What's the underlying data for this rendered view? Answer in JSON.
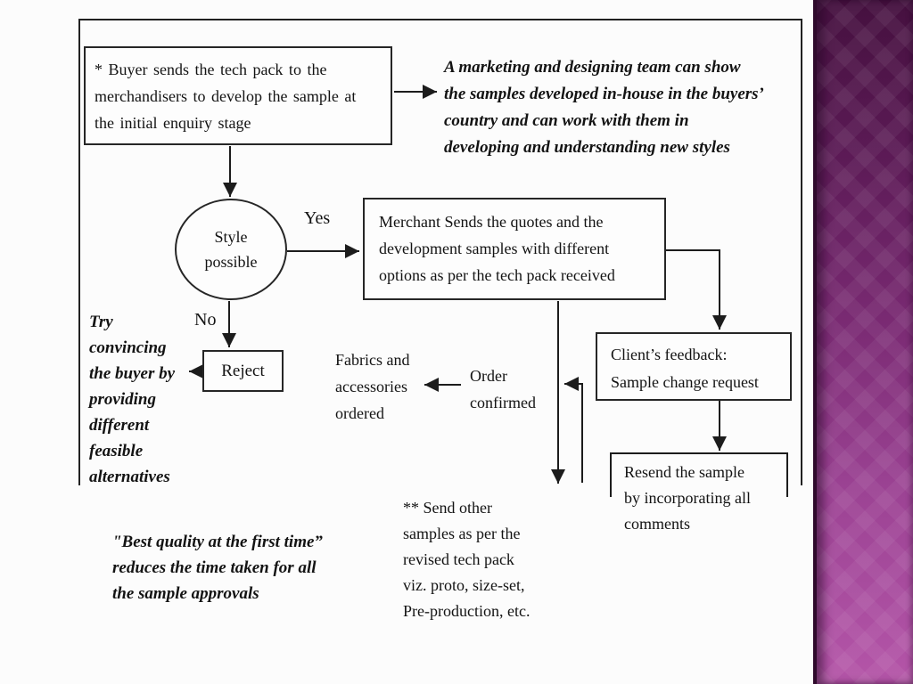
{
  "slide": {
    "background": "#fcfcfc",
    "line_color": "#1c1c1c",
    "text_color": "#131313"
  },
  "band": {
    "top_color": "#45103f",
    "upper_mid_color": "#5d1b57",
    "mid_color": "#7b2b74",
    "lower_mid_color": "#9c4394",
    "bottom_color": "#b455a8",
    "edge_color": "#2f0a2c"
  },
  "flowchart": {
    "buyer_box": {
      "text": "* Buyer sends the tech pack to the\nmerchandisers to develop the sample at\nthe initial enquiry stage"
    },
    "style_circle": {
      "text": "Style\npossible"
    },
    "yes_label": "Yes",
    "no_label": "No",
    "merchant_box": {
      "text": "Merchant Sends the quotes and the\ndevelopment samples with different\noptions as per the tech pack received"
    },
    "reject_box": {
      "text": "Reject"
    },
    "client_box": {
      "text": "Client’s feedback:\nSample change request"
    },
    "resend_box": {
      "text": "Resend the sample\nby incorporating all\ncomments"
    },
    "fabrics_note": "Fabrics and\naccessories\nordered",
    "order_note": "Order\nconfirmed",
    "samples_note": "** Send other\nsamples as per the\nrevised tech pack\nviz. proto, size-set,\nPre-production, etc."
  },
  "annotations": {
    "marketing_note": "A marketing and designing team can show\nthe samples developed in-house in the buyers’\ncountry and can work with them in\ndeveloping and understanding new styles",
    "convince_note": "Try\nconvincing\nthe buyer by\nproviding\ndifferent\nfeasible\nalternatives",
    "quality_note": "\"Best quality at the first time”\nreduces the time taken for all\nthe sample approvals"
  }
}
